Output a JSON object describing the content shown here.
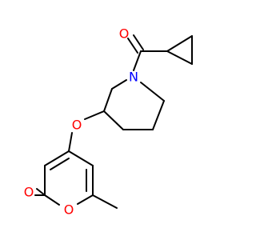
{
  "molecule": {
    "atoms": {
      "O_carbonyl": {
        "label": "O",
        "color": "#ff0000"
      },
      "N": {
        "label": "N",
        "color": "#0000ff"
      },
      "O_ether": {
        "label": "O",
        "color": "#ff0000"
      },
      "O_lactone_carbonyl": {
        "label": "O",
        "color": "#ff0000"
      },
      "O_ring": {
        "label": "O",
        "color": "#ff0000"
      }
    },
    "bond_color": "#000000"
  }
}
